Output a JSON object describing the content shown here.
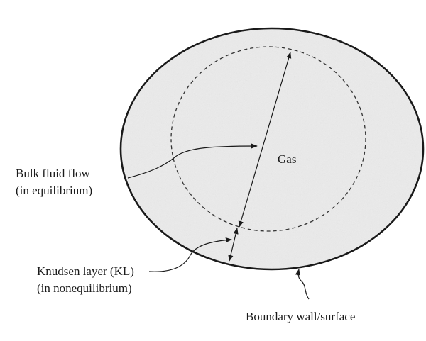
{
  "labels": {
    "gas": "Gas",
    "bulk_flow": [
      "Bulk fluid flow",
      "(in equilibrium)"
    ],
    "knudsen": [
      "Knudsen layer (KL)",
      "(in nonequilibrium)"
    ],
    "boundary": "Boundary wall/surface"
  },
  "regions": [
    {
      "name": "bulk-gas-region",
      "state": "in equilibrium"
    },
    {
      "name": "knudsen-layer",
      "state": "in nonequilibrium"
    },
    {
      "name": "boundary-wall",
      "type": "solid"
    }
  ],
  "colors": {
    "fill": "#ebebeb",
    "outline": "#1a1a1a",
    "dashed": "#333333",
    "text": "#1a1a1a"
  }
}
